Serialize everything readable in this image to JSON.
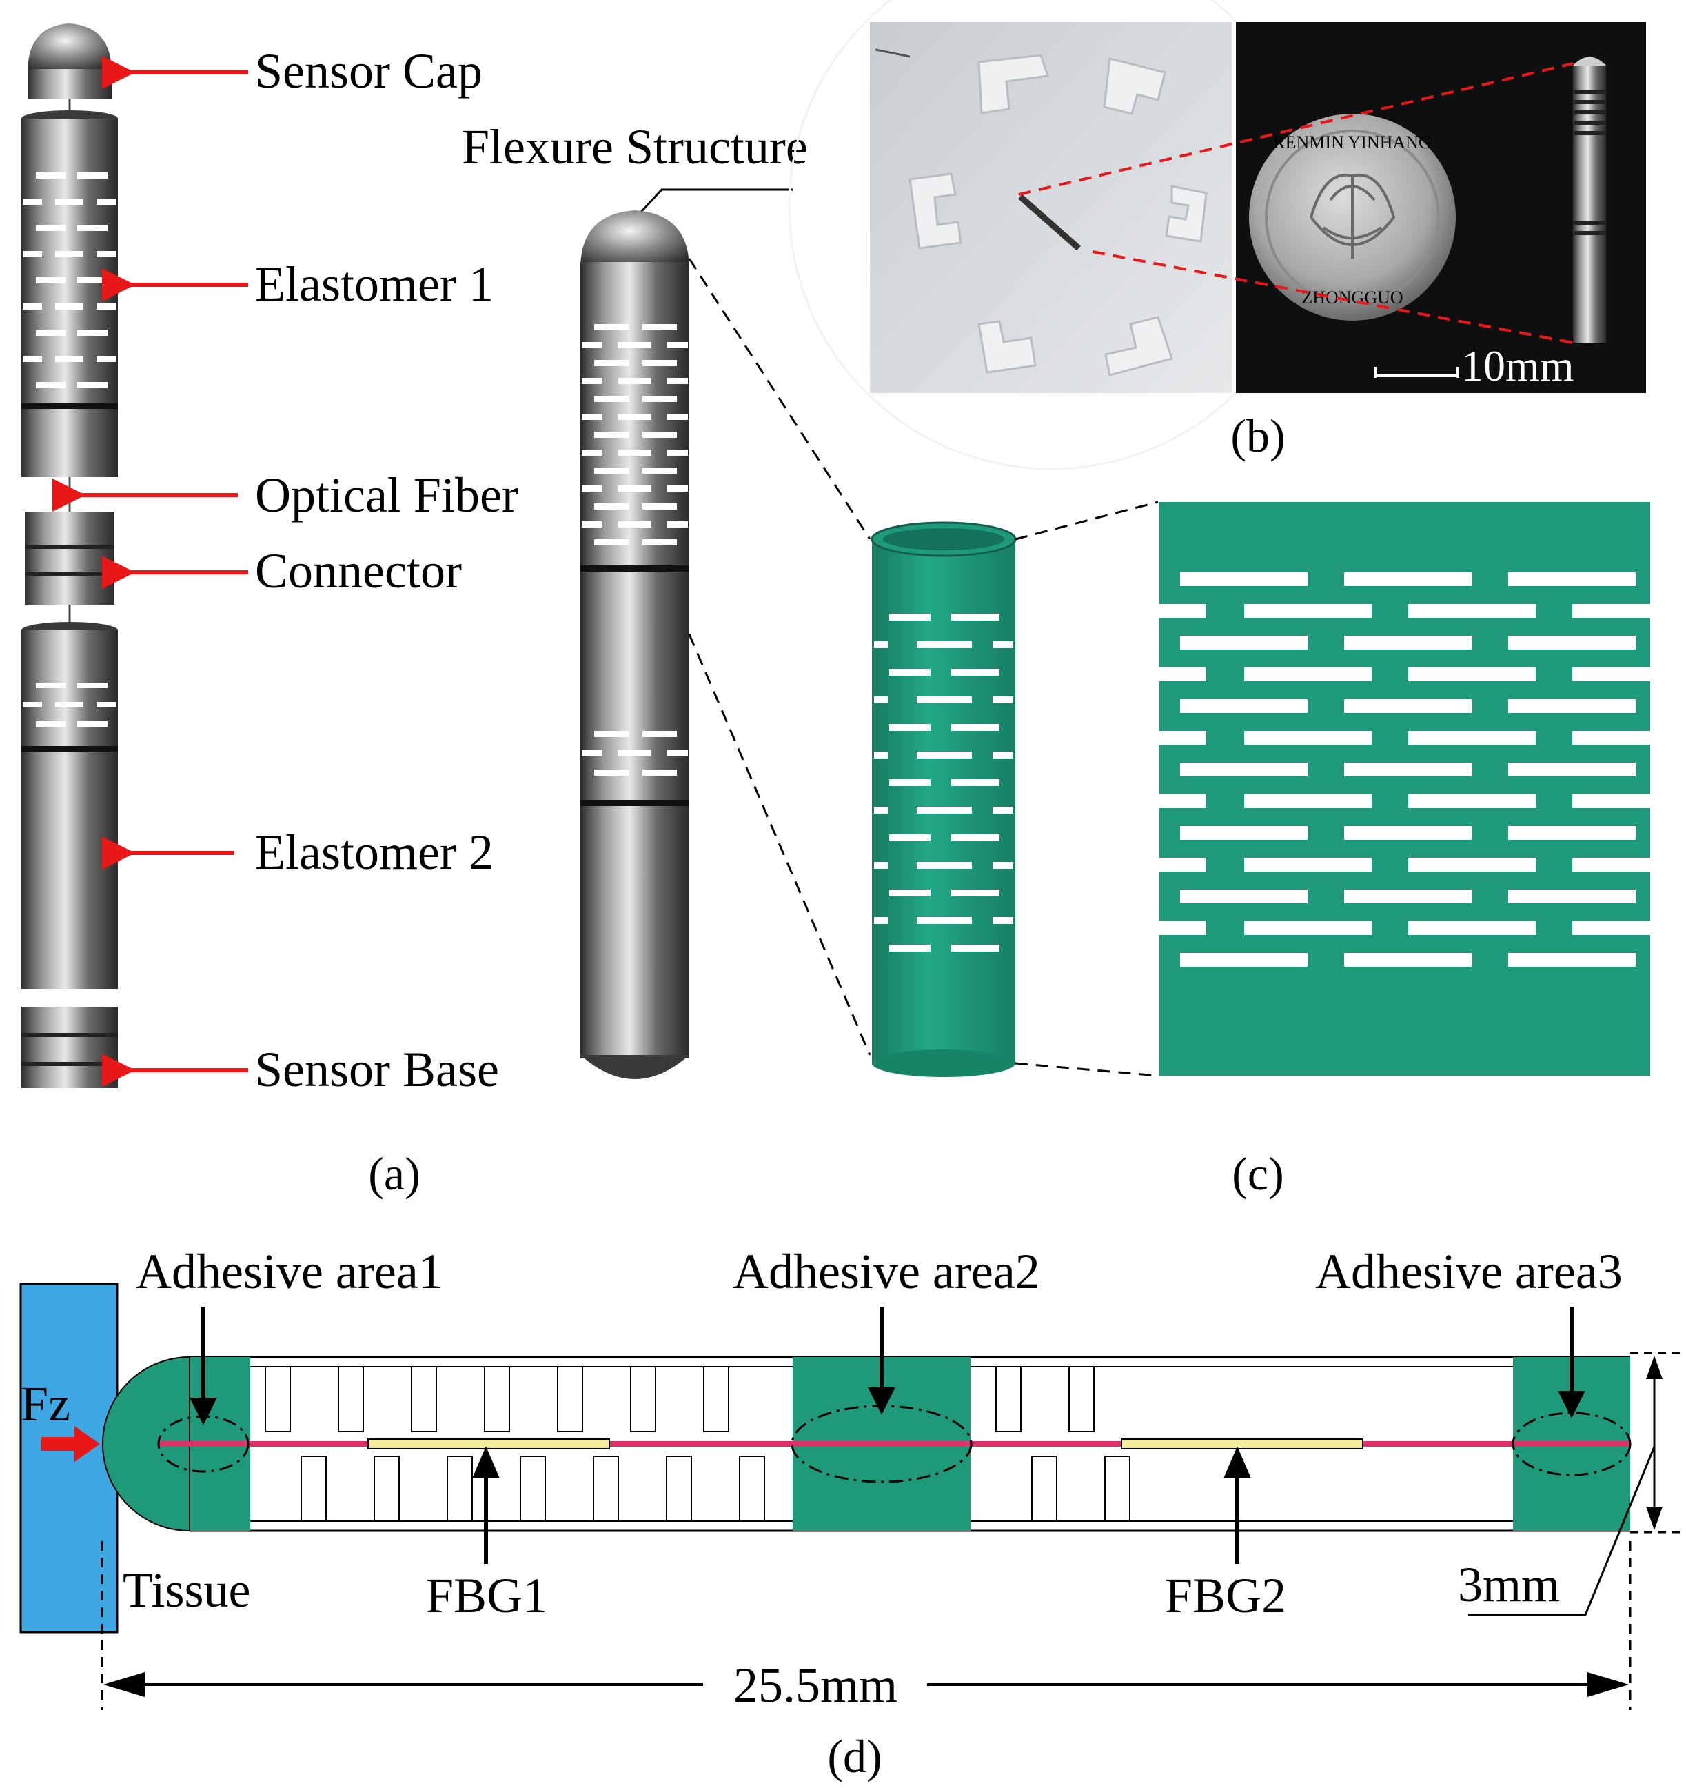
{
  "panel_a": {
    "labels": {
      "cap": "Sensor Cap",
      "elastomer1": "Elastomer 1",
      "fiber": "Optical Fiber",
      "connector": "Connector",
      "elastomer2": "Elastomer 2",
      "base": "Sensor Base",
      "flexure": "Flexure Structure"
    },
    "caption": "(a)"
  },
  "panel_b": {
    "scale_label": "10mm",
    "caption": "(b)",
    "coin_text": [
      "RENMIN YINHANG",
      "ZHONGGUO"
    ]
  },
  "panel_c": {
    "caption": "(c)"
  },
  "panel_d": {
    "adhesive1": "Adhesive area1",
    "adhesive2": "Adhesive area2",
    "adhesive3": "Adhesive area3",
    "force": "Fz",
    "tissue": "Tissue",
    "fbg1": "FBG1",
    "fbg2": "FBG2",
    "diameter": "3mm",
    "length": "25.5mm",
    "caption": "(d)"
  },
  "colors": {
    "arrow_red": "#e81818",
    "teal": "#1e9a7a",
    "tissue": "#3ea8e4",
    "fiber": "#e0306a",
    "fbg": "#f4ee9c"
  }
}
